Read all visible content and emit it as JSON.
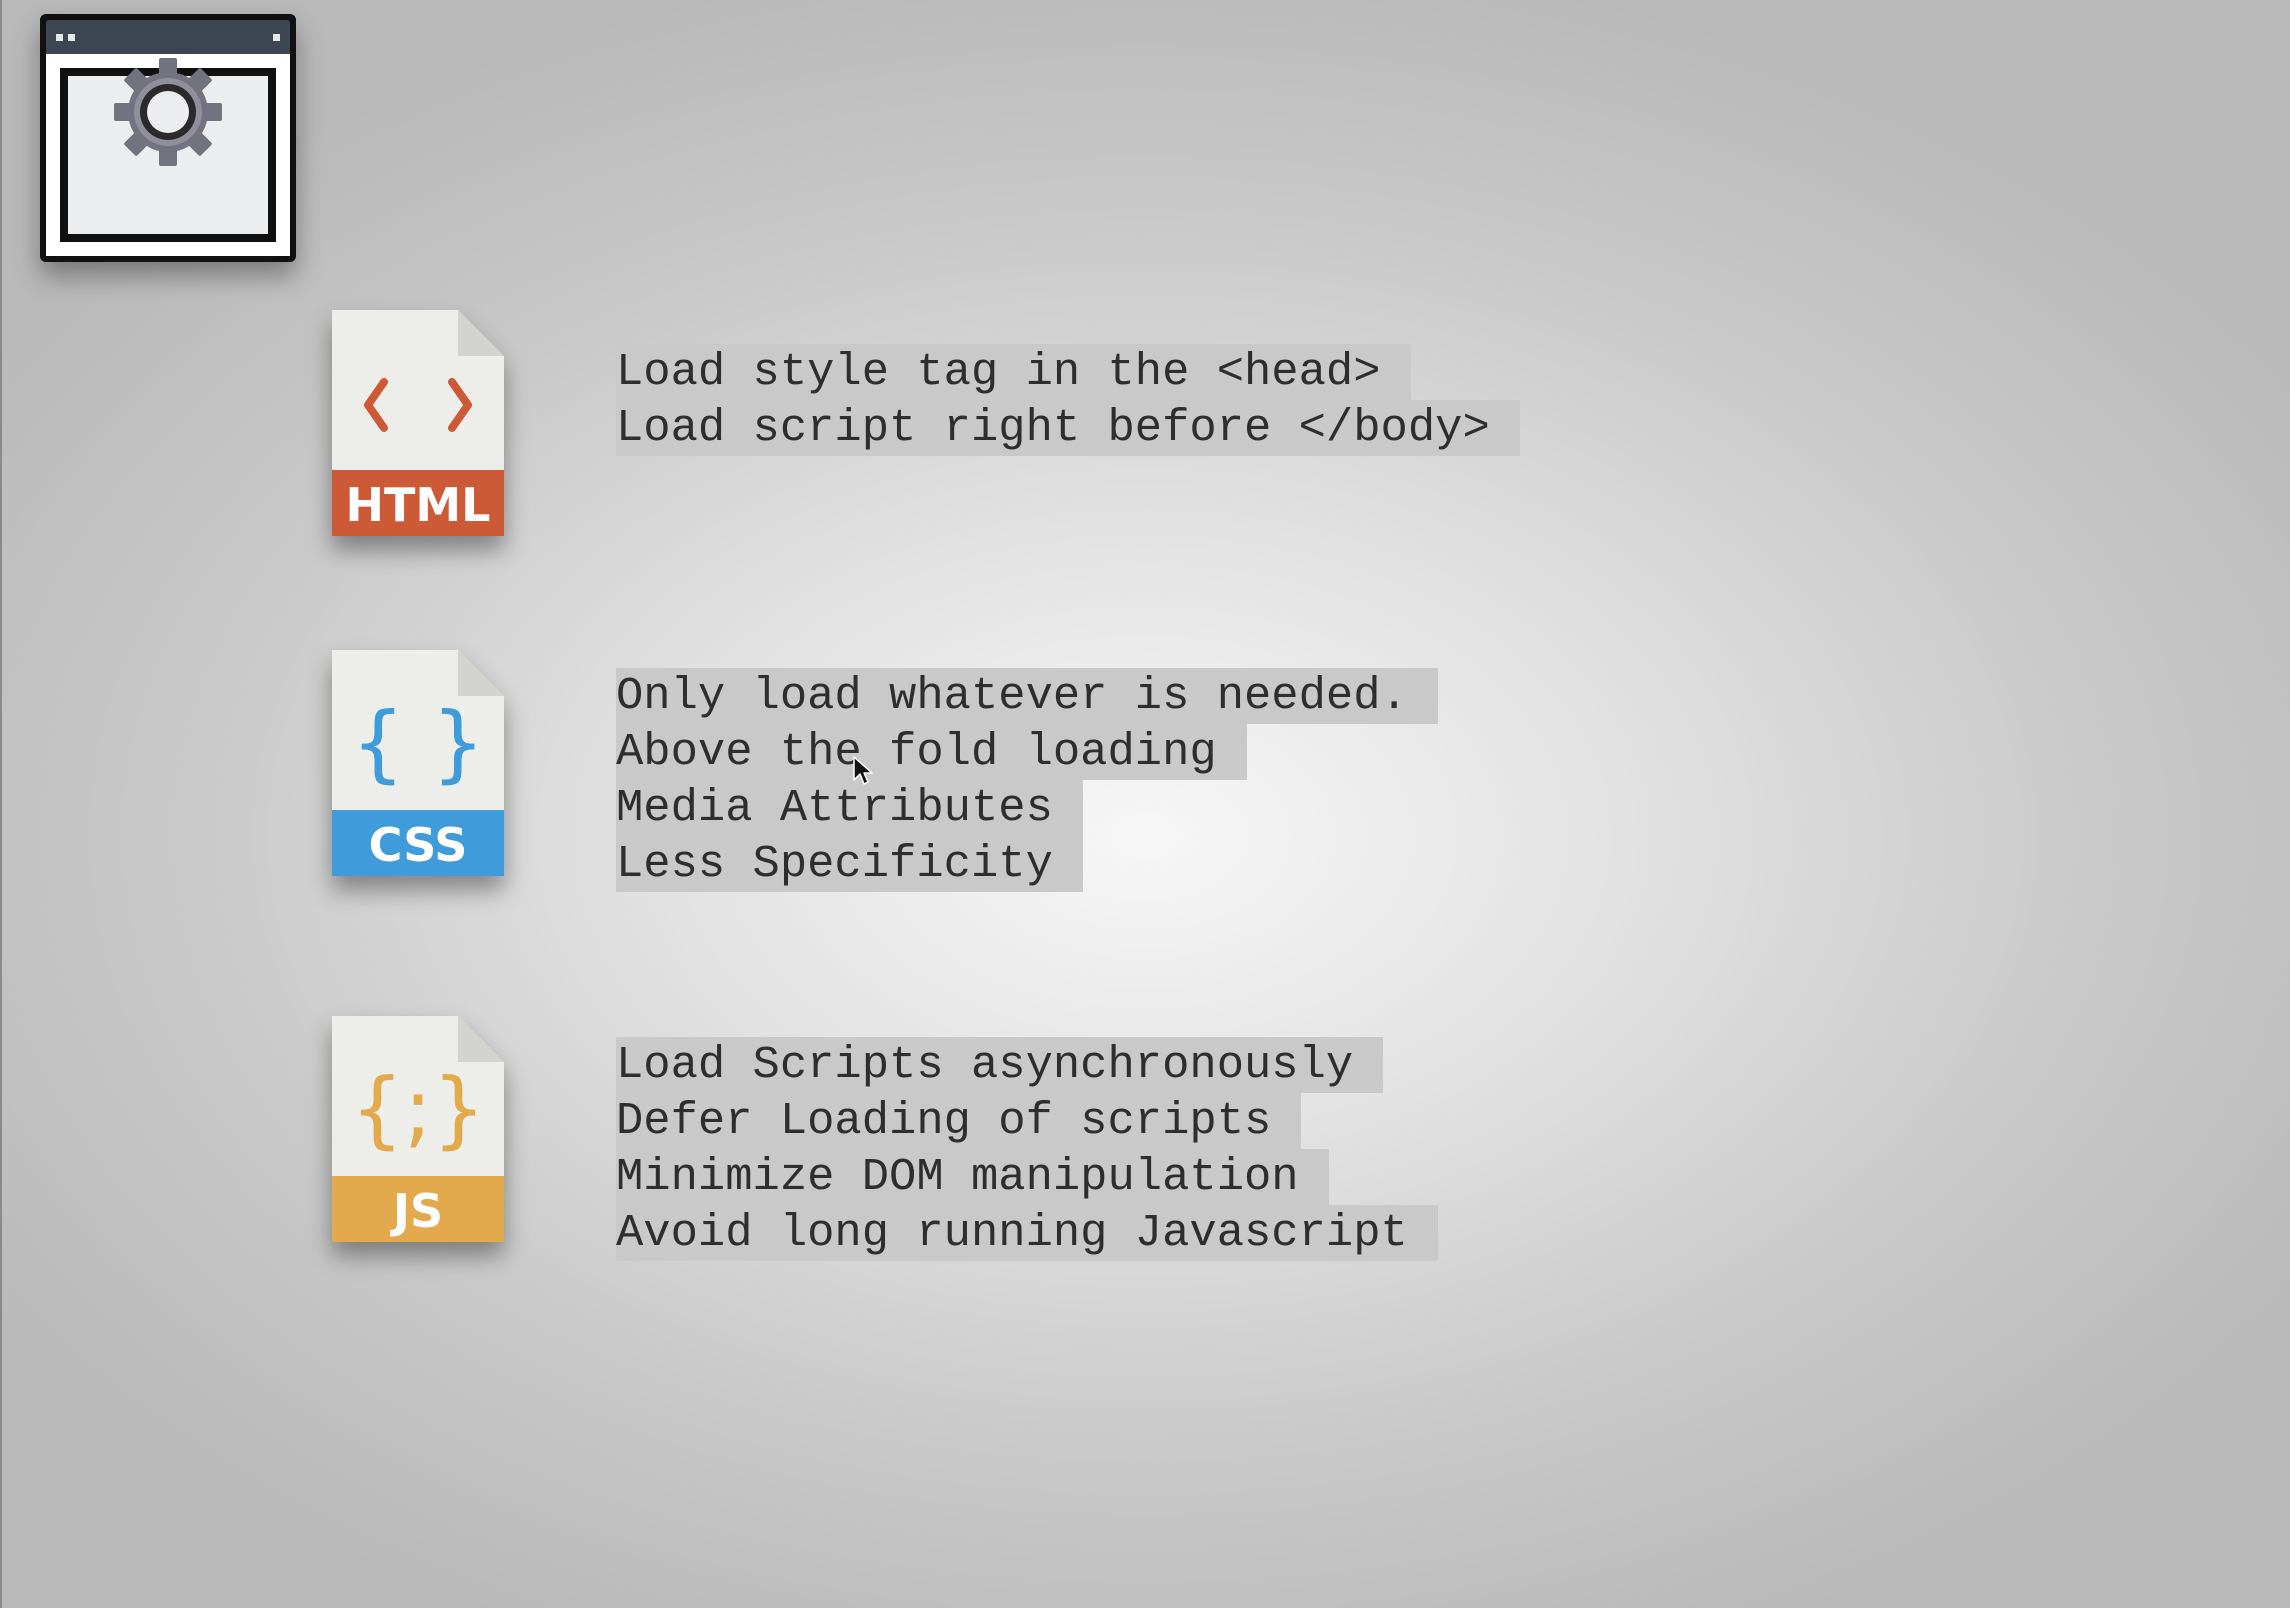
{
  "window_icon": {
    "name": "gear-window-icon"
  },
  "sections": {
    "html": {
      "label": "HTML",
      "color": "#cd5a37",
      "tips": [
        "Load style tag in the <head>",
        "Load script right before </body>"
      ]
    },
    "css": {
      "label": "CSS",
      "color": "#3f9bd9",
      "tips": [
        "Only load whatever is needed.",
        "Above the fold loading",
        "Media Attributes",
        "Less Specificity"
      ]
    },
    "js": {
      "label": "JS",
      "color": "#e2aa4c",
      "tips": [
        "Load Scripts asynchronously",
        "Defer Loading of scripts",
        "Minimize DOM manipulation",
        "Avoid long running Javascript"
      ]
    }
  },
  "colors": {
    "background_center": "#f7f7f7",
    "background_edge": "#b9b9b9",
    "text_highlight": "#c9c9c9",
    "text": "#2e2e2e"
  }
}
